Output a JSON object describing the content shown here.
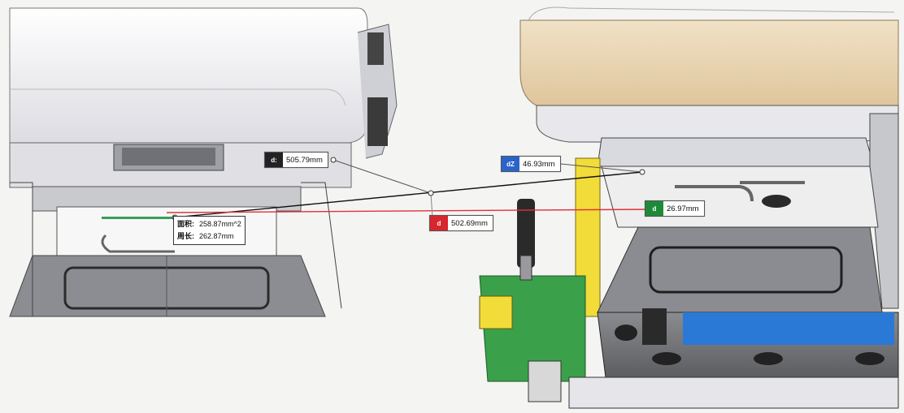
{
  "measurements": {
    "d_left": {
      "label": "505.79mm",
      "icon_text": "d:",
      "color": "#222222"
    },
    "d_blue": {
      "label": "46.93mm",
      "icon_text": "dZ",
      "color": "#2a64c8"
    },
    "d_red": {
      "label": "502.69mm",
      "icon_text": "d",
      "color": "#d8252e"
    },
    "d_green": {
      "label": "26.97mm",
      "icon_text": "d",
      "color": "#1d8a3a"
    },
    "area": {
      "area_label": "面积:",
      "area_value": "258.87mm^2",
      "perimeter_label": "周长:",
      "perimeter_value": "262.87mm"
    }
  },
  "colors": {
    "seat_body": "#e9e9ec",
    "cushion": "#e8d5b3",
    "green_plate": "#3aa04a",
    "yellow_bracket": "#f2dc3a",
    "blue_panel": "#2b79d6"
  }
}
